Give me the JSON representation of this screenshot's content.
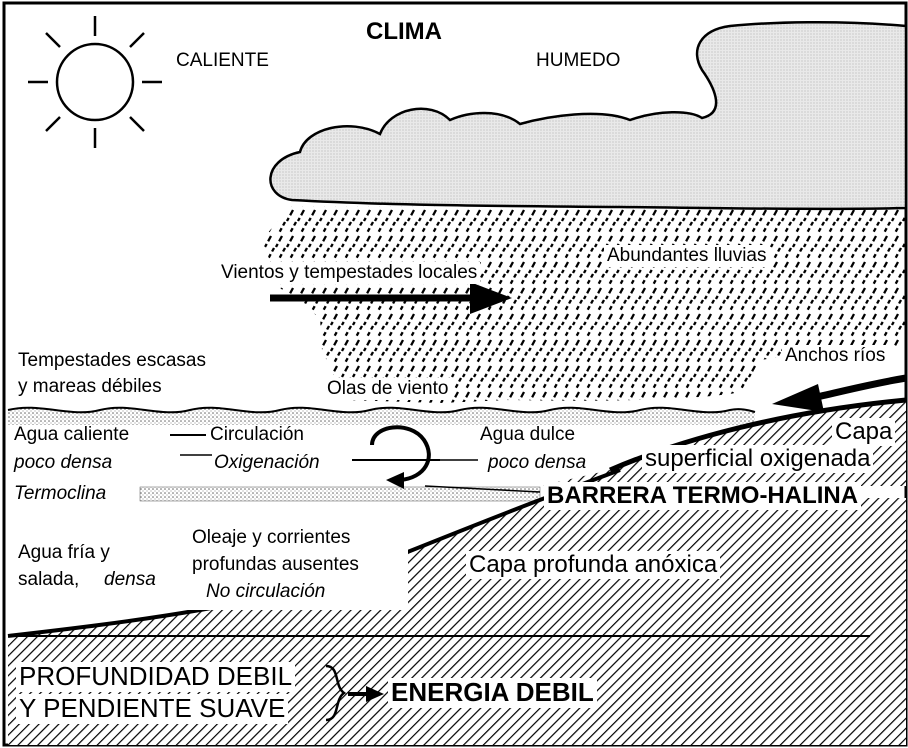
{
  "title": "CLIMA",
  "climate": {
    "hot": "CALIENTE",
    "humid": "HUMEDO"
  },
  "labels": {
    "rain": "Abundantes lluvias",
    "winds": "Vientos y tempestades locales",
    "storms_line1": "Tempestades escasas",
    "storms_line2": "y mareas débiles",
    "waves": "Olas de viento",
    "rivers": "Anchos ríos",
    "warm_water": "Agua caliente",
    "low_density_1": "poco densa",
    "circulation": "Circulación",
    "oxygenation": "Oxigenación",
    "fresh_water": "Agua dulce",
    "low_density_2": "poco densa",
    "layer_top": "Capa",
    "layer_bottom": "superficial oxigenada",
    "thermocline": "Termoclina",
    "barrier": "BARRERA TERMO-HALINA",
    "cold_water_1": "Agua fría y",
    "cold_water_2": "salada,",
    "dense": "densa",
    "swell_1": "Oleaje y corrientes",
    "swell_2": "profundas ausentes",
    "no_circulation": "No circulación",
    "anoxic": "Capa profunda anóxica",
    "depth_1": "PROFUNDIDAD DEBIL",
    "depth_2": "Y PENDIENTE SUAVE",
    "energy": "ENERGIA DEBIL"
  },
  "icons": [
    "sun-icon",
    "cloud-icon",
    "rain-hatch",
    "wind-arrow-icon",
    "river-arrow-icon",
    "circulation-loop-icon",
    "brace-icon",
    "energy-arrow-icon"
  ],
  "colors": {
    "ink": "#000000",
    "paper": "#ffffff",
    "cloud": "#e6e6e6",
    "stipple": "#aaaaaa"
  }
}
